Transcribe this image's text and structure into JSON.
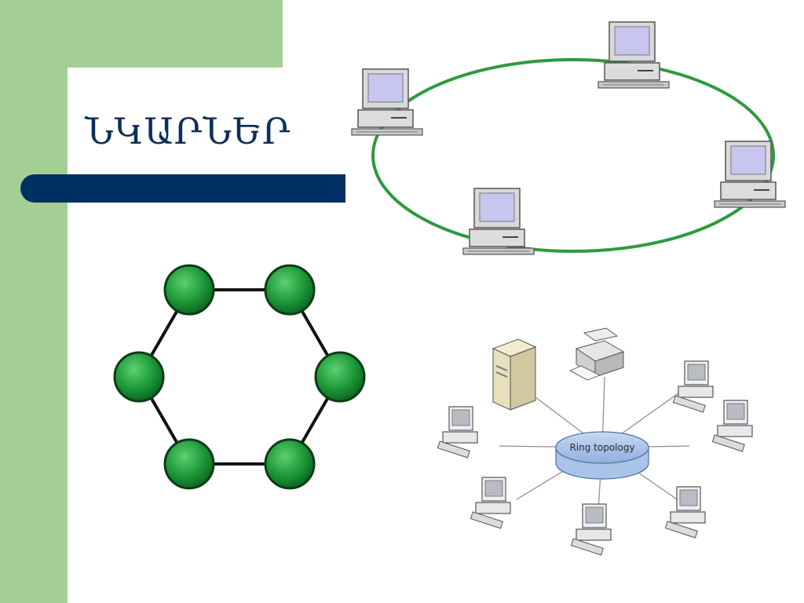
{
  "slide": {
    "title": "ՆԿԱՐՆԵՐ"
  },
  "diagrams": {
    "ring_of_computers": {
      "icon": "desktop-computer-icon",
      "node_count": 4,
      "ring_color": "#2e9a3e"
    },
    "hexagon_ring": {
      "node_count": 6,
      "node_color": "#1f9a3a",
      "link_color": "#111111"
    },
    "ring_topology_hub": {
      "hub_label": "Ring topology",
      "hub_color": "#a9c4e8",
      "devices": [
        "server-icon",
        "printer-icon",
        "desktop-computer-icon",
        "desktop-computer-icon",
        "desktop-computer-icon",
        "desktop-computer-icon",
        "desktop-computer-icon",
        "desktop-computer-icon"
      ]
    }
  },
  "colors": {
    "strip_green": "#a3cf97",
    "bar_navy": "#003063",
    "title_navy": "#0d2f5b"
  }
}
